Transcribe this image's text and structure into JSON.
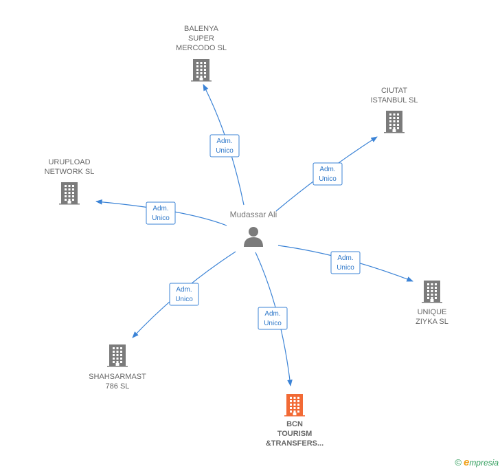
{
  "person": {
    "name": "Mudassar Ali",
    "icon": "person-icon"
  },
  "colors": {
    "edge": "#3b83d6",
    "company": "#7b7b7b",
    "company_highlight": "#f26a35"
  },
  "companies": [
    {
      "id": "balenya",
      "lines": [
        "BALENYA",
        "SUPER",
        "MERCODO  SL"
      ],
      "highlight": false,
      "icon": "building-icon"
    },
    {
      "id": "ciutat",
      "lines": [
        "CIUTAT",
        "ISTANBUL  SL"
      ],
      "highlight": false,
      "icon": "building-icon"
    },
    {
      "id": "upload",
      "lines": [
        "URUPLOAD",
        "NETWORK  SL"
      ],
      "highlight": false,
      "icon": "building-icon"
    },
    {
      "id": "unique",
      "lines": [
        "UNIQUE",
        "ZIYKA  SL"
      ],
      "highlight": false,
      "icon": "building-icon"
    },
    {
      "id": "shahsar",
      "lines": [
        "SHAHSARMAST",
        "786  SL"
      ],
      "highlight": false,
      "icon": "building-icon"
    },
    {
      "id": "bcn",
      "lines": [
        "BCN",
        "TOURISM",
        "&TRANSFERS..."
      ],
      "highlight": true,
      "icon": "building-icon"
    }
  ],
  "relations": [
    {
      "target": "balenya",
      "lines": [
        "Adm.",
        "Unico"
      ]
    },
    {
      "target": "ciutat",
      "lines": [
        "Adm.",
        "Unico"
      ]
    },
    {
      "target": "upload",
      "lines": [
        "Adm.",
        "Unico"
      ]
    },
    {
      "target": "unique",
      "lines": [
        "Adm.",
        "Unico"
      ]
    },
    {
      "target": "shahsar",
      "lines": [
        "Adm.",
        "Unico"
      ]
    },
    {
      "target": "bcn",
      "lines": [
        "Adm.",
        "Unico"
      ]
    }
  ],
  "footer": {
    "copyright": "©",
    "brand_initial": "e",
    "brand_rest": "mpresia"
  }
}
